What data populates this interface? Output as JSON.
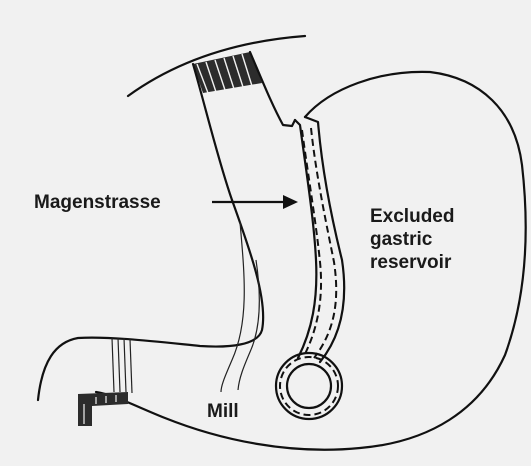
{
  "labels": {
    "magenstrasse": "Magenstrasse",
    "excluded_line1": "Excluded",
    "excluded_line2": "gastric",
    "excluded_line3": "reservoir",
    "mill": "Mill"
  }
}
